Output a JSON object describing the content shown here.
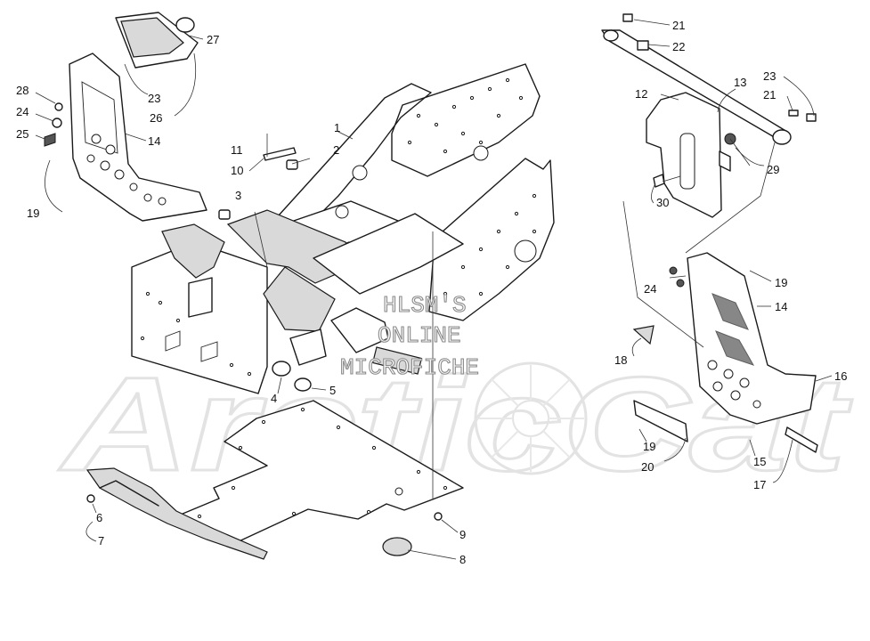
{
  "watermark": {
    "logo": "ArcticCat",
    "lines": [
      "HLSM'S",
      "ONLINE",
      "MICROFICHE"
    ]
  },
  "callouts": {
    "c1": "1",
    "c2": "2",
    "c3": "3",
    "c4": "4",
    "c5": "5",
    "c6": "6",
    "c7": "7",
    "c8": "8",
    "c9": "9",
    "c10": "10",
    "c11": "11",
    "c12": "12",
    "c13": "13",
    "c14a": "14",
    "c14b": "14",
    "c15": "15",
    "c16": "16",
    "c17": "17",
    "c18": "18",
    "c19a": "19",
    "c19b": "19",
    "c19c": "19",
    "c20": "20",
    "c21a": "21",
    "c21b": "21",
    "c22": "22",
    "c23a": "23",
    "c23b": "23",
    "c24a": "24",
    "c24b": "24",
    "c25": "25",
    "c26": "26",
    "c27": "27",
    "c28": "28",
    "c29": "29",
    "c30": "30"
  }
}
